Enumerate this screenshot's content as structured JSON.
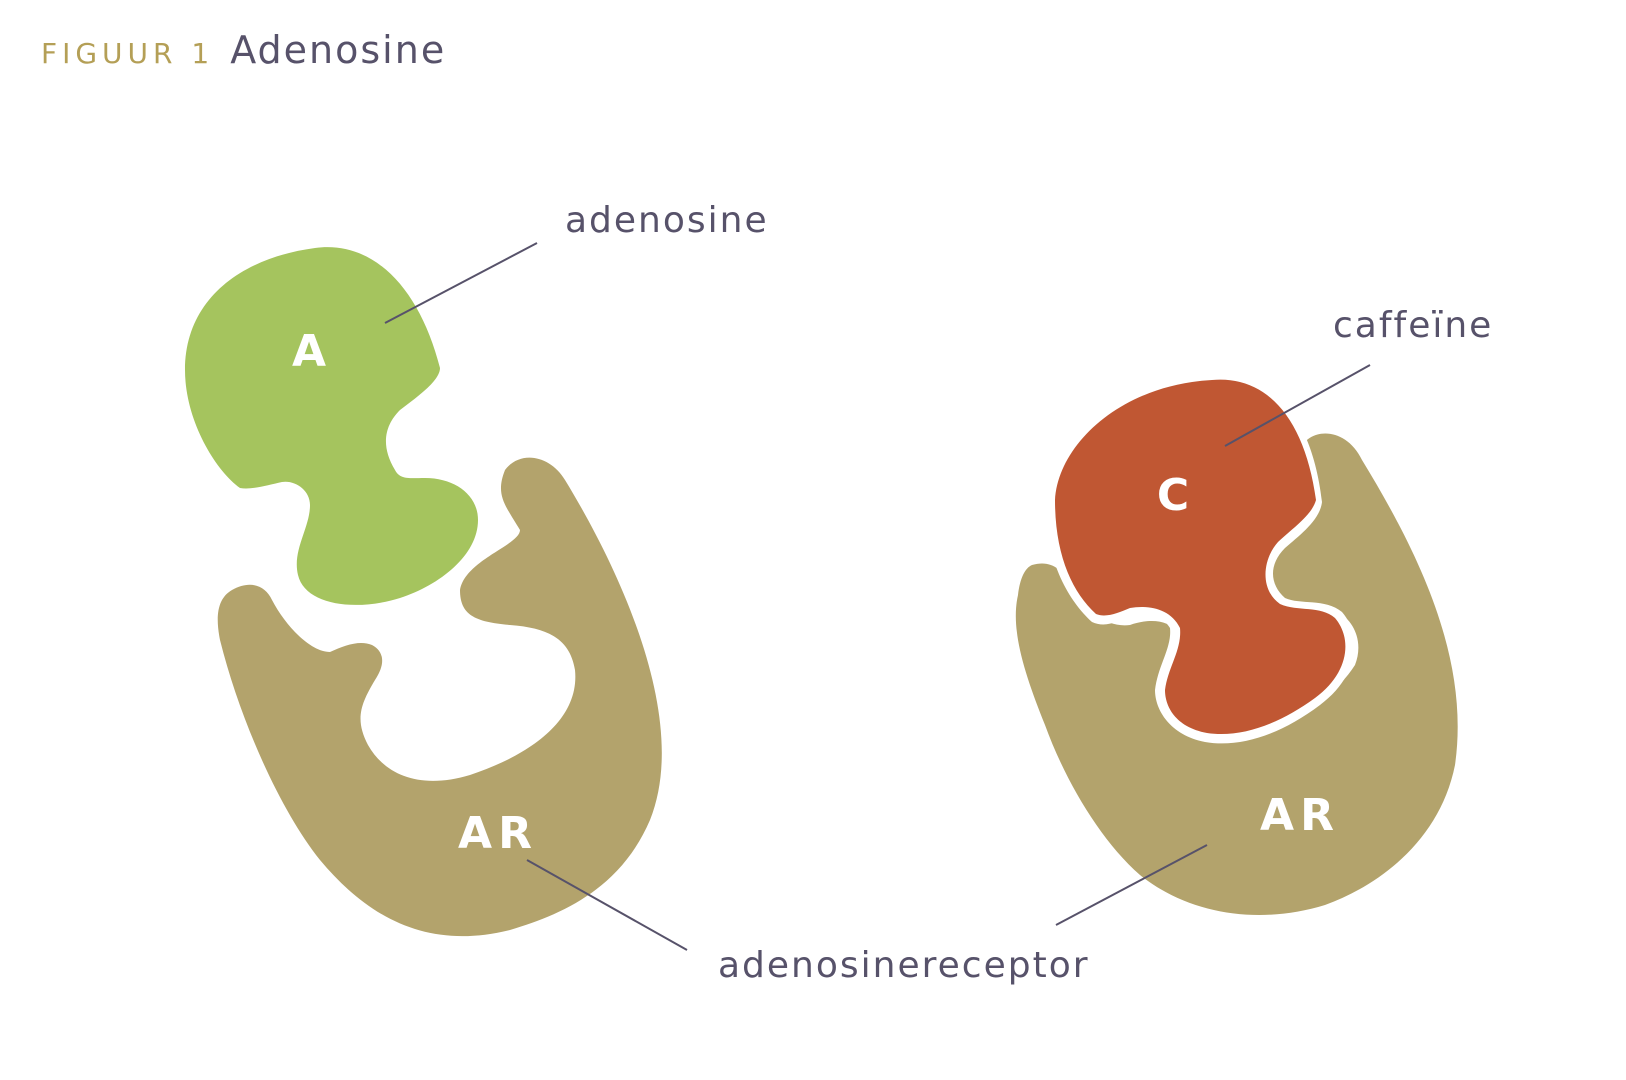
{
  "header": {
    "figure_number": "FIGUUR 1",
    "title": "Adenosine"
  },
  "labels": {
    "adenosine": "adenosine",
    "caffeine": "caffeïne",
    "receptor": "adenosinereceptor"
  },
  "badges": {
    "adenosine": "A",
    "caffeine": "C",
    "receptor_left": "AR",
    "receptor_right": "AR"
  },
  "colors": {
    "adenosine": "#a5c45e",
    "caffeine": "#c05733",
    "receptor": "#b3a36c",
    "text": "#57526a",
    "accent": "#b49f56"
  }
}
